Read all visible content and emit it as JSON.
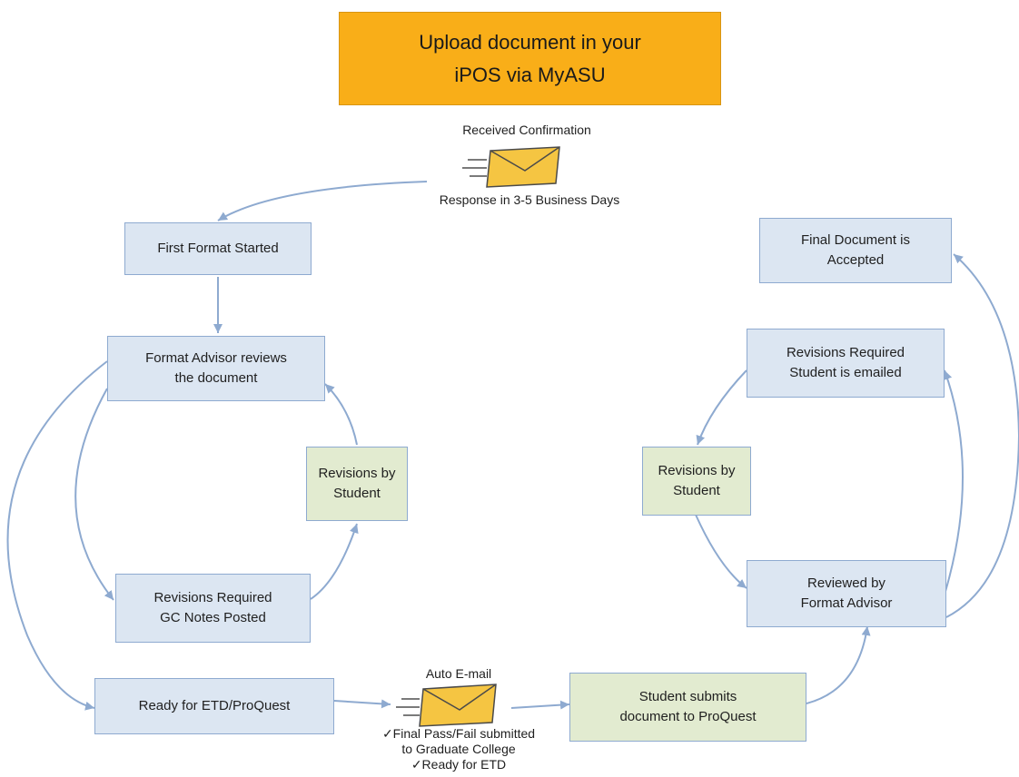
{
  "header": {
    "title": "Upload document in your\niPOS via MyASU"
  },
  "top_mail": {
    "above": "Received Confirmation",
    "below": "Response in 3-5 Business Days"
  },
  "nodes": {
    "first_format": "First Format Started",
    "format_advisor_reviews": "Format Advisor reviews\nthe document",
    "revisions_student_left": "Revisions by\nStudent",
    "revisions_required_gc": "Revisions Required\nGC Notes Posted",
    "ready_etd": "Ready for ETD/ProQuest",
    "final_accepted": "Final Document is\nAccepted",
    "revisions_required_email": "Revisions Required\nStudent is emailed",
    "revisions_student_right": "Revisions by\nStudent",
    "reviewed_by_advisor": "Reviewed by\nFormat Advisor",
    "student_submits": "Student submits\ndocument to ProQuest"
  },
  "bottom_mail": {
    "above": "Auto E-mail",
    "line1": "✓Final Pass/Fail submitted",
    "line2": "to Graduate College",
    "line3": "✓Ready for ETD"
  },
  "colors": {
    "header_fill": "#f9ae18",
    "process_box": "#dce6f2",
    "student_box": "#e2ebd0",
    "arrow": "#8eaad0",
    "envelope": "#f5c542"
  },
  "icons": [
    "envelope-icon",
    "speed-lines-icon"
  ]
}
